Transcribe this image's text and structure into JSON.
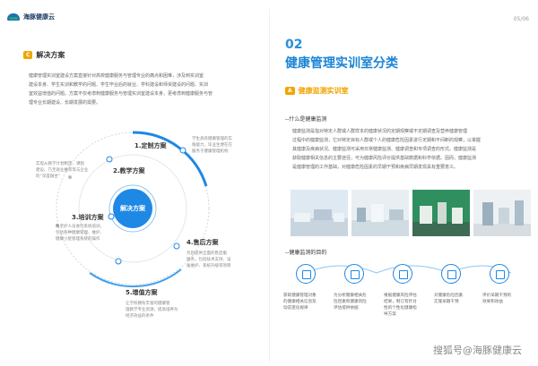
{
  "header": {
    "logo_text": "海豚健康云",
    "page_number": "05/06"
  },
  "left": {
    "section_badge": "C",
    "section_title": "解决方案",
    "intro": [
      "健康管理实训室建设方案直接针对高校健康服务与管理专业的痛点和困难，涉及到实训室",
      "建设本身、学生实训和教学的问题、学生毕业后的就业、学科建设和师资建设的问题、实训",
      "室效益增值的问题。方案不仅考虑到健康服务与管理实训室建设本身，更考虑到健康服务与管",
      "理专业长期建设、长期发展的需要。"
    ],
    "center_label": "解决方案",
    "steps": [
      {
        "title": "1.定制方案",
        "text": [
          "学生具有健康管理的实",
          "践能力，毕业生便在在",
          "服务于健康管理机构"
        ]
      },
      {
        "title": "2.教学方案",
        "text": [
          "实现从教学计划制定、课程",
          "建设、乃至就业推荐等与企业",
          "的“深度融合”"
        ]
      },
      {
        "title": "3.培训方案",
        "text": [
          "为老护人员进行系统培训，",
          "包括各种健康管理、维护、",
          "健康小屋管理系统的操作"
        ]
      },
      {
        "title": "4.售后方案",
        "text": [
          "为您提供全面的售后服",
          "服务，包括技术支持、设",
          "备维护、系统升级等项目"
        ]
      },
      {
        "title": "5.增值方案",
        "text": [
          "让学校拥有丰富的健康管",
          "理教学专业资源，提高培养为",
          "经济效益的条件"
        ]
      }
    ]
  },
  "right": {
    "section_number": "02",
    "section_title": "健康管理实训室分类",
    "badge": "A",
    "badge_title": "健康监测实训室",
    "sub1": "--什么是健康监测",
    "desc": [
      "健康监测是指对特定人群或人群样本的健康状况的定期观察或不定期调查及营养健康管理",
      "过程中的健康监测，它对特定目标人群或个人的健康危险因素进行定期和不间断的观察，以掌握",
      "其健康及疾病状况。健康监测可采用日常健康监测、健康调查和专项调查的形式。健康监测是",
      "获取健康相关信息的主要途径，可为健康风险评价提供基础数据和科学依据。因而，健康监测",
      "是健康管理的工作基础，对健康危险因素的早期干预和疾病早期发现具有重要意义。"
    ],
    "sub2": "--健康监测的目的",
    "purposes": [
      [
        "获取健康管理对象",
        "的健康相关信息及",
        "动态变化规律"
      ],
      [
        "为分析健康相关危",
        "险因素和健康风险",
        "评估提供依据"
      ],
      [
        "根据健康风险评估",
        "结果，制订有针对",
        "性的个性化健康指",
        "导方案"
      ],
      [
        "对健康危险因素",
        "实施早期干预"
      ],
      [
        "评价早期干预的",
        "效果和效益"
      ]
    ]
  },
  "watermark": "搜狐号@海豚健康云",
  "colors": {
    "accent_blue": "#1e88e5",
    "badge_orange": "#f0a500",
    "title_blue": "#1a84d6"
  }
}
